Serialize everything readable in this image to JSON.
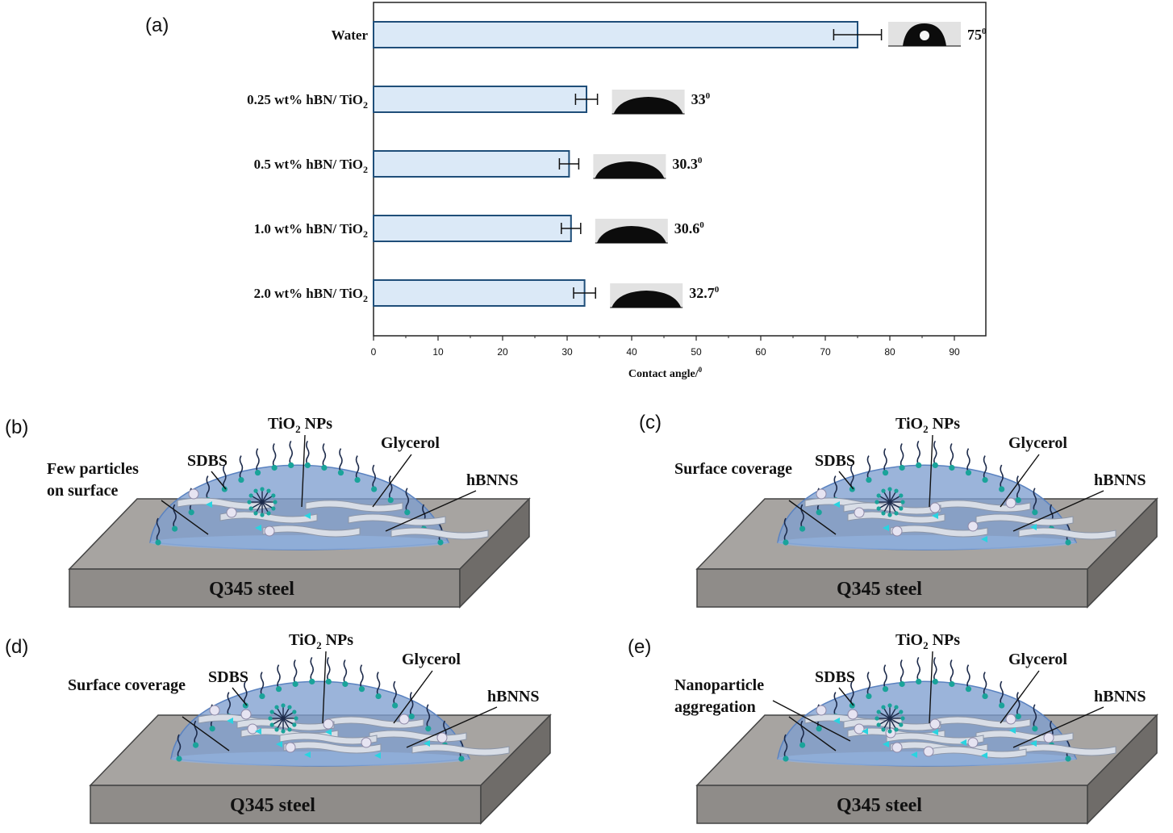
{
  "panels": {
    "a": "(a)",
    "b": "(b)",
    "c": "(c)",
    "d": "(d)",
    "e": "(e)"
  },
  "chart_data": {
    "type": "bar",
    "orientation": "horizontal",
    "categories": [
      "Water",
      "0.25 wt% hBN/ TiO2",
      "0.5 wt% hBN/ TiO2",
      "1.0 wt% hBN/ TiO2",
      "2.0 wt% hBN/ TiO2"
    ],
    "category_labels": [
      {
        "main": "Water",
        "sub": ""
      },
      {
        "main": "0.25 wt% hBN/ TiO",
        "sub": "2"
      },
      {
        "main": "0.5 wt% hBN/ TiO",
        "sub": "2"
      },
      {
        "main": "1.0 wt% hBN/ TiO",
        "sub": "2"
      },
      {
        "main": "2.0 wt% hBN/ TiO",
        "sub": "2"
      }
    ],
    "values": [
      75,
      33,
      30.3,
      30.6,
      32.7
    ],
    "errors": [
      3.7,
      1.7,
      1.5,
      1.5,
      1.7
    ],
    "value_labels": [
      "75",
      "33",
      "30.3",
      "30.6",
      "32.7"
    ],
    "degree_mark": "0",
    "xlabel": "Contact angle/",
    "xlabel_sup": "0",
    "xlim": [
      0,
      95
    ],
    "xticks": [
      0,
      10,
      20,
      30,
      40,
      50,
      60,
      70,
      80,
      90
    ],
    "grid": false,
    "bar_fill": "#dbe9f7",
    "bar_edge": "#1f4e79"
  },
  "schematics": [
    {
      "id": "b",
      "substrate": "Q345 steel",
      "labels": {
        "sdbs": "SDBS",
        "tio2": "TiO",
        "tio2_sub": "2",
        "tio2_suffix": " NPs",
        "glycerol": "Glycerol",
        "hbnns": "hBNNS",
        "note_line1": "Few particles",
        "note_line2": "on surface"
      }
    },
    {
      "id": "c",
      "substrate": "Q345 steel",
      "labels": {
        "sdbs": "SDBS",
        "tio2": "TiO",
        "tio2_sub": "2",
        "tio2_suffix": " NPs",
        "glycerol": "Glycerol",
        "hbnns": "hBNNS",
        "note_line1": "Surface coverage",
        "note_line2": ""
      }
    },
    {
      "id": "d",
      "substrate": "Q345 steel",
      "labels": {
        "sdbs": "SDBS",
        "tio2": "TiO",
        "tio2_sub": "2",
        "tio2_suffix": " NPs",
        "glycerol": "Glycerol",
        "hbnns": "hBNNS",
        "note_line1": "Surface coverage",
        "note_line2": ""
      }
    },
    {
      "id": "e",
      "substrate": "Q345 steel",
      "labels": {
        "sdbs": "SDBS",
        "tio2": "TiO",
        "tio2_sub": "2",
        "tio2_suffix": " NPs",
        "glycerol": "Glycerol",
        "hbnns": "hBNNS",
        "note_line1": "Nanoparticle",
        "note_line2": "aggregation"
      }
    }
  ],
  "colors": {
    "steel_top": "#a7a4a1",
    "steel_front": "#8f8c89",
    "steel_side": "#6f6c69",
    "droplet": "#7f9fd0",
    "droplet_edge": "#5a82c0",
    "surfactant_head": "#1aa39a",
    "surfactant_tail": "#1c2a4a",
    "glycerol": "#2ad3e0",
    "nanoparticle": "#e6e4f2",
    "sheet": "#d8dde6"
  }
}
